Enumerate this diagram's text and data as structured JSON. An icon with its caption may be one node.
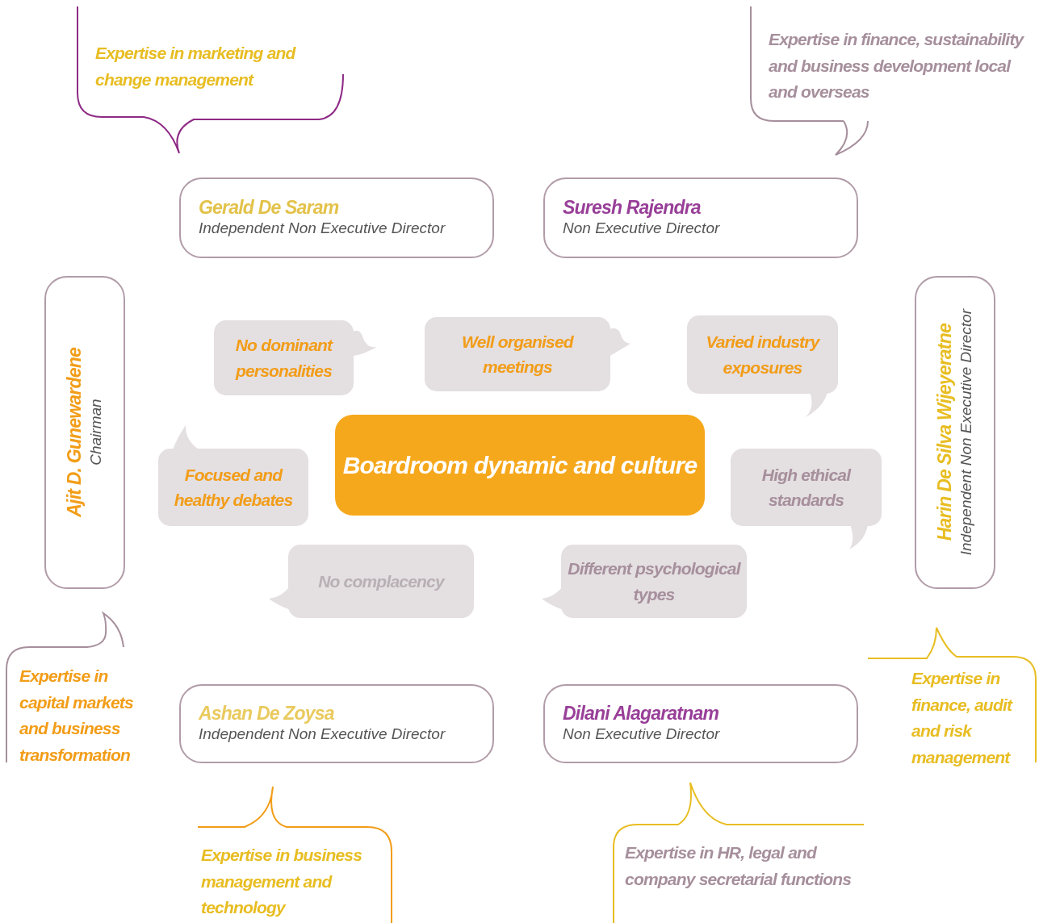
{
  "diagram": {
    "nodes": [
      {
        "text": [
          "Expertise in marketing and change management"
        ]
      },
      {
        "text": [
          "Expertise in finance, sustainability and business development local and overseas"
        ]
      },
      {
        "text": [
          "Gerald De Saram",
          "Independent Non Executive Director"
        ]
      },
      {
        "text": [
          "Suresh Rajendra",
          "Non Executive Director"
        ]
      },
      {
        "text": [
          "Ajit D. Gunewardene",
          "Chairman"
        ]
      },
      {
        "text": [
          "Harin De Silva Wijeyeratne",
          "Independent Non Executive Director"
        ]
      },
      {
        "text": [
          "No dominant personalities"
        ]
      },
      {
        "text": [
          "Well organised meetings"
        ]
      },
      {
        "text": [
          "Varied industry exposures"
        ]
      },
      {
        "text": [
          "Boardroom dynamic and culture"
        ]
      },
      {
        "text": [
          "Focused and healthy debates"
        ]
      },
      {
        "text": [
          "High ethical standards"
        ]
      },
      {
        "text": [
          "No complacency"
        ]
      },
      {
        "text": [
          "Different psychological types"
        ]
      },
      {
        "text": [
          "Expertise in capital markets and business transformation"
        ]
      },
      {
        "text": [
          "Expertise in finance, audit and risk management"
        ]
      },
      {
        "text": [
          "Ashan De Zoysa",
          "Independent Non Executive Director"
        ]
      },
      {
        "text": [
          "Dilani Alagaratnam",
          "Non Executive Director"
        ]
      },
      {
        "text": [
          "Expertise in business management and technology"
        ]
      },
      {
        "text": [
          "Expertise in HR, legal and company secretarial functions"
        ]
      }
    ]
  }
}
